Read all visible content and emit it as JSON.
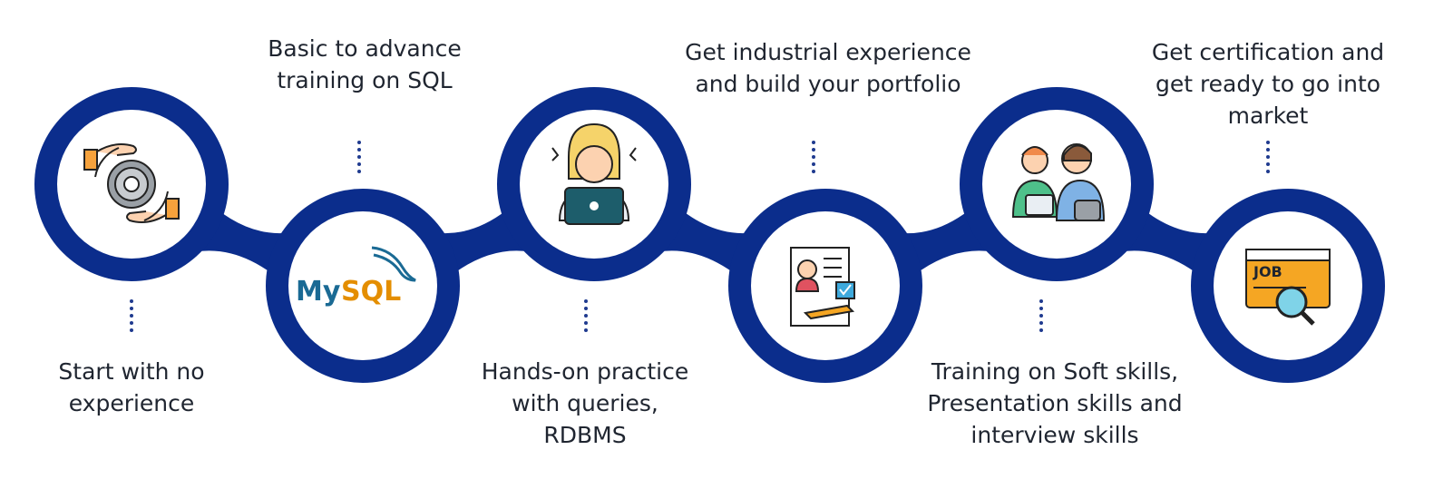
{
  "colors": {
    "ring": "#0b2d8c",
    "text": "#1f2530",
    "dots": "#1f3a8f",
    "mysql_blue": "#1a6a94",
    "mysql_orange": "#e48e00"
  },
  "steps": [
    {
      "icon": "gear-in-hands-icon",
      "lines": [
        "Start with no",
        "experience"
      ]
    },
    {
      "icon": "mysql-logo-icon",
      "logo_text": "MySQL",
      "lines": [
        "Basic to advance",
        "training on SQL"
      ]
    },
    {
      "icon": "woman-with-laptop-icon",
      "lines": [
        "Hands-on practice",
        "with queries,",
        "RDBMS"
      ]
    },
    {
      "icon": "portfolio-document-icon",
      "lines": [
        "Get industrial experience",
        "and build your portfolio"
      ]
    },
    {
      "icon": "two-people-meeting-icon",
      "lines": [
        "Training on Soft skills,",
        "Presentation skills and",
        "interview skills"
      ]
    },
    {
      "icon": "job-search-icon",
      "logo_text": "JOB",
      "lines": [
        "Get certification and",
        "get ready to go into",
        "market"
      ]
    }
  ]
}
